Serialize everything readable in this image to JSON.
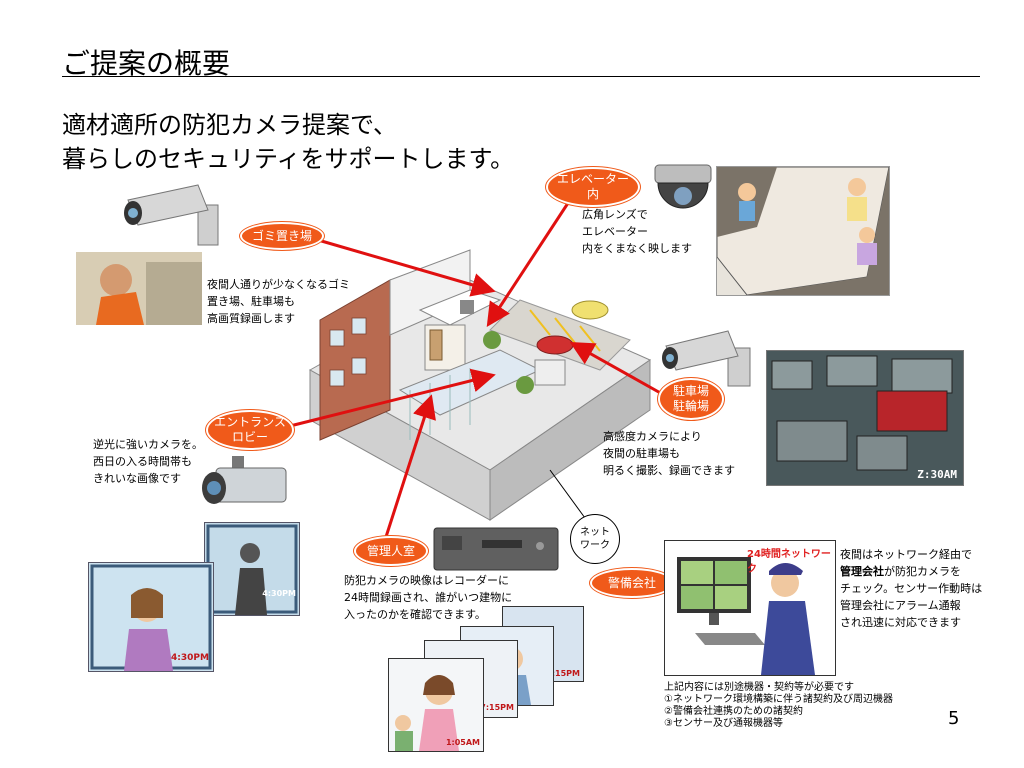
{
  "slide": {
    "title": "ご提案の概要",
    "lead": [
      "適材適所の防犯カメラ提案で、",
      "暮らしのセキュリティをサポートします。"
    ],
    "page_number": "5"
  },
  "tags": {
    "elevator": [
      "エレベーター",
      "内"
    ],
    "garbage": "ゴミ置き場",
    "parking": [
      "駐車場",
      "駐輪場"
    ],
    "entrance": [
      "エントランス",
      "ロビー"
    ],
    "manager": "管理人室",
    "security": "警備会社",
    "network": [
      "ネット",
      "ワーク"
    ]
  },
  "notes": {
    "elevator": [
      "広角レンズで",
      "エレベーター",
      "内をくまなく映します"
    ],
    "garbage": [
      "夜間人通りが少なくなるゴミ",
      "置き場、駐車場も",
      "高画質録画します"
    ],
    "parking": [
      "高感度カメラにより",
      "夜間の駐車場も",
      "明るく撮影、録画できます"
    ],
    "entrance": [
      "逆光に強いカメラを。",
      "西日の入る時間帯も",
      "きれいな画像です"
    ],
    "manager": [
      "防犯カメラの映像はレコーダーに",
      "24時間録画され、誰がいつ建物に",
      "入ったのかを確認できます。"
    ],
    "security": {
      "line1": "夜間はネットワーク経由で",
      "line2_bold": "管理会社",
      "line2_rest": "が防犯カメラを",
      "line3": "チェック。センサー作動時は",
      "line4": "管理会社にアラーム通報",
      "line5": "され迅速に対応できます"
    },
    "footnote": [
      "上記内容には別途機器・契約等が必要です",
      "①ネットワーク環境構築に伴う諸契約及び周辺機器",
      "②警備会社連携のための諸契約",
      "③センサー及び通報機器等"
    ]
  },
  "image_text": {
    "parking_time": "Z:30AM",
    "monitor_banner": "24時間ネットワーク",
    "entrance_time_1": "4:30PM",
    "entrance_time_2": "4:30PM",
    "manager_time_1": "5:15PM",
    "manager_time_2": "7:15PM",
    "manager_time_3": "1:05AM"
  },
  "colors": {
    "tag_orange": "#f05a1a",
    "arrow_red": "#e01010",
    "text": "#000000"
  }
}
